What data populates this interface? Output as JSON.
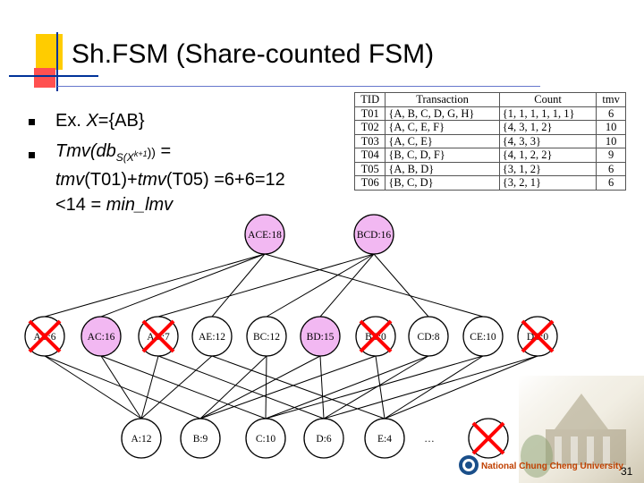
{
  "slide": {
    "title": "Sh.FSM (Share-counted FSM)",
    "page_number": "31",
    "footer_logo_text": "National Chung Cheng University"
  },
  "bullets": {
    "b1": {
      "prefix": "Ex. ",
      "var": "X",
      "rest": "={AB}"
    },
    "b2": {
      "line1_a": "Tmv",
      "line1_b": "(db",
      "sub": "S(X",
      "sup": "k+1",
      "close": "))",
      "line1_end": " =",
      "line2_a": "tmv",
      "line2_b": "(T01)+",
      "line2_c": "tmv",
      "line2_d": "(T05) =6+6=12",
      "line3_a": "<14 = ",
      "line3_b": "min_lmv"
    }
  },
  "table": {
    "headers": [
      "TID",
      "Transaction",
      "Count",
      "tmv"
    ],
    "rows": [
      [
        "T01",
        "{A, B, C, D, G, H}",
        "{1, 1, 1, 1, 1, 1}",
        "6"
      ],
      [
        "T02",
        "{A, C, E, F}",
        "{4, 3, 1, 2}",
        "10"
      ],
      [
        "T03",
        "{A, C, E}",
        "{4, 3, 3}",
        "10"
      ],
      [
        "T04",
        "{B, C, D, F}",
        "{4, 1, 2, 2}",
        "9"
      ],
      [
        "T05",
        "{A, B, D}",
        "{3, 1, 2}",
        "6"
      ],
      [
        "T06",
        "{B, C, D}",
        "{3, 2, 1}",
        "6"
      ]
    ]
  },
  "lattice": {
    "colors": {
      "highlight": "#f2b8f2",
      "normal": "#ffffff",
      "cross": "#ff0000",
      "edge": "#000000"
    },
    "level3": [
      {
        "label": "ACE:18",
        "highlight": true
      },
      {
        "label": "BCD:16",
        "highlight": true
      }
    ],
    "level2": [
      {
        "label": "AB:6",
        "highlight": false,
        "crossed": true
      },
      {
        "label": "AC:16",
        "highlight": true,
        "crossed": false
      },
      {
        "label": "AD:7",
        "highlight": false,
        "crossed": true
      },
      {
        "label": "AE:12",
        "highlight": false,
        "crossed": false
      },
      {
        "label": "BC:12",
        "highlight": false,
        "crossed": false
      },
      {
        "label": "BD:15",
        "highlight": true,
        "crossed": false
      },
      {
        "label": "BE:0",
        "highlight": false,
        "crossed": true
      },
      {
        "label": "CD:8",
        "highlight": false,
        "crossed": false
      },
      {
        "label": "CE:10",
        "highlight": false,
        "crossed": false
      },
      {
        "label": "DE:0",
        "highlight": false,
        "crossed": true
      }
    ],
    "level1": [
      {
        "label": "A:12",
        "crossed": false
      },
      {
        "label": "B:9",
        "crossed": false
      },
      {
        "label": "C:10",
        "crossed": false
      },
      {
        "label": "D:6",
        "crossed": false
      },
      {
        "label": "E:4",
        "crossed": false
      },
      {
        "label": "…",
        "crossed": false,
        "dots": true
      },
      {
        "label": "",
        "crossed": true
      }
    ],
    "edges_l1_l2": [
      [
        0,
        0
      ],
      [
        0,
        1
      ],
      [
        0,
        2
      ],
      [
        0,
        3
      ],
      [
        1,
        0
      ],
      [
        1,
        4
      ],
      [
        1,
        5
      ],
      [
        1,
        6
      ],
      [
        2,
        1
      ],
      [
        2,
        4
      ],
      [
        2,
        7
      ],
      [
        2,
        8
      ],
      [
        3,
        2
      ],
      [
        3,
        5
      ],
      [
        3,
        7
      ],
      [
        3,
        9
      ],
      [
        4,
        3
      ],
      [
        4,
        6
      ],
      [
        4,
        8
      ],
      [
        4,
        9
      ]
    ],
    "edges_l2_l3": [
      [
        1,
        0
      ],
      [
        3,
        0
      ],
      [
        8,
        0
      ],
      [
        4,
        1
      ],
      [
        5,
        1
      ],
      [
        7,
        1
      ],
      [
        0,
        0
      ],
      [
        2,
        1
      ]
    ]
  }
}
